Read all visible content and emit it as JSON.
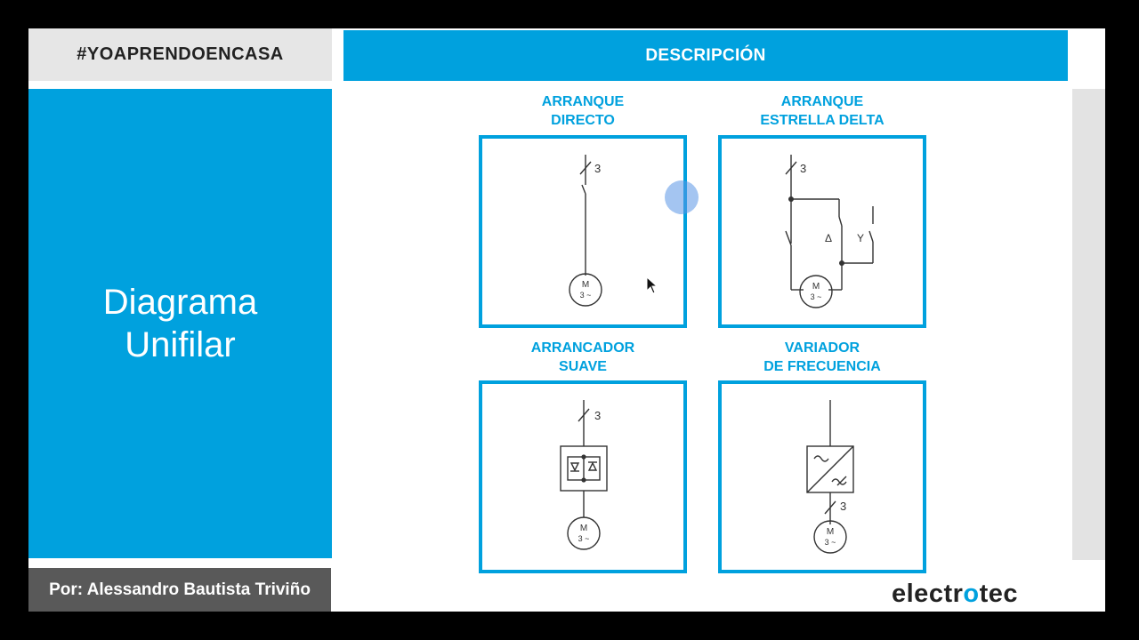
{
  "header": {
    "hashtag": "#YOAPRENDOENCASA",
    "section": "DESCRIPCIÓN"
  },
  "title": {
    "line1": "Diagrama",
    "line2": "Unifilar"
  },
  "author": "Por: Alessandro Bautista Triviño",
  "diagrams": [
    {
      "title_line1": "ARRANQUE",
      "title_line2": "DIRECTO",
      "phase_label": "3",
      "motor_label": "M",
      "motor_sublabel": "3 ~"
    },
    {
      "title_line1": "ARRANQUE",
      "title_line2": "ESTRELLA DELTA",
      "phase_label": "3",
      "delta_label": "Δ",
      "star_label": "Y",
      "motor_label": "M",
      "motor_sublabel": "3 ~"
    },
    {
      "title_line1": "ARRANCADOR",
      "title_line2": "SUAVE",
      "phase_label": "3",
      "motor_label": "M",
      "motor_sublabel": "3 ~"
    },
    {
      "title_line1": "VARIADOR",
      "title_line2": "DE FRECUENCIA",
      "phase_label": "3",
      "ac_symbol": "~",
      "motor_label": "M",
      "motor_sublabel": "3 ~"
    }
  ],
  "logo": {
    "part1": "electr",
    "part2": "o",
    "part3": "tec"
  },
  "colors": {
    "accent": "#00a1de",
    "header_gray": "#e6e6e6",
    "author_bg": "#595959"
  }
}
